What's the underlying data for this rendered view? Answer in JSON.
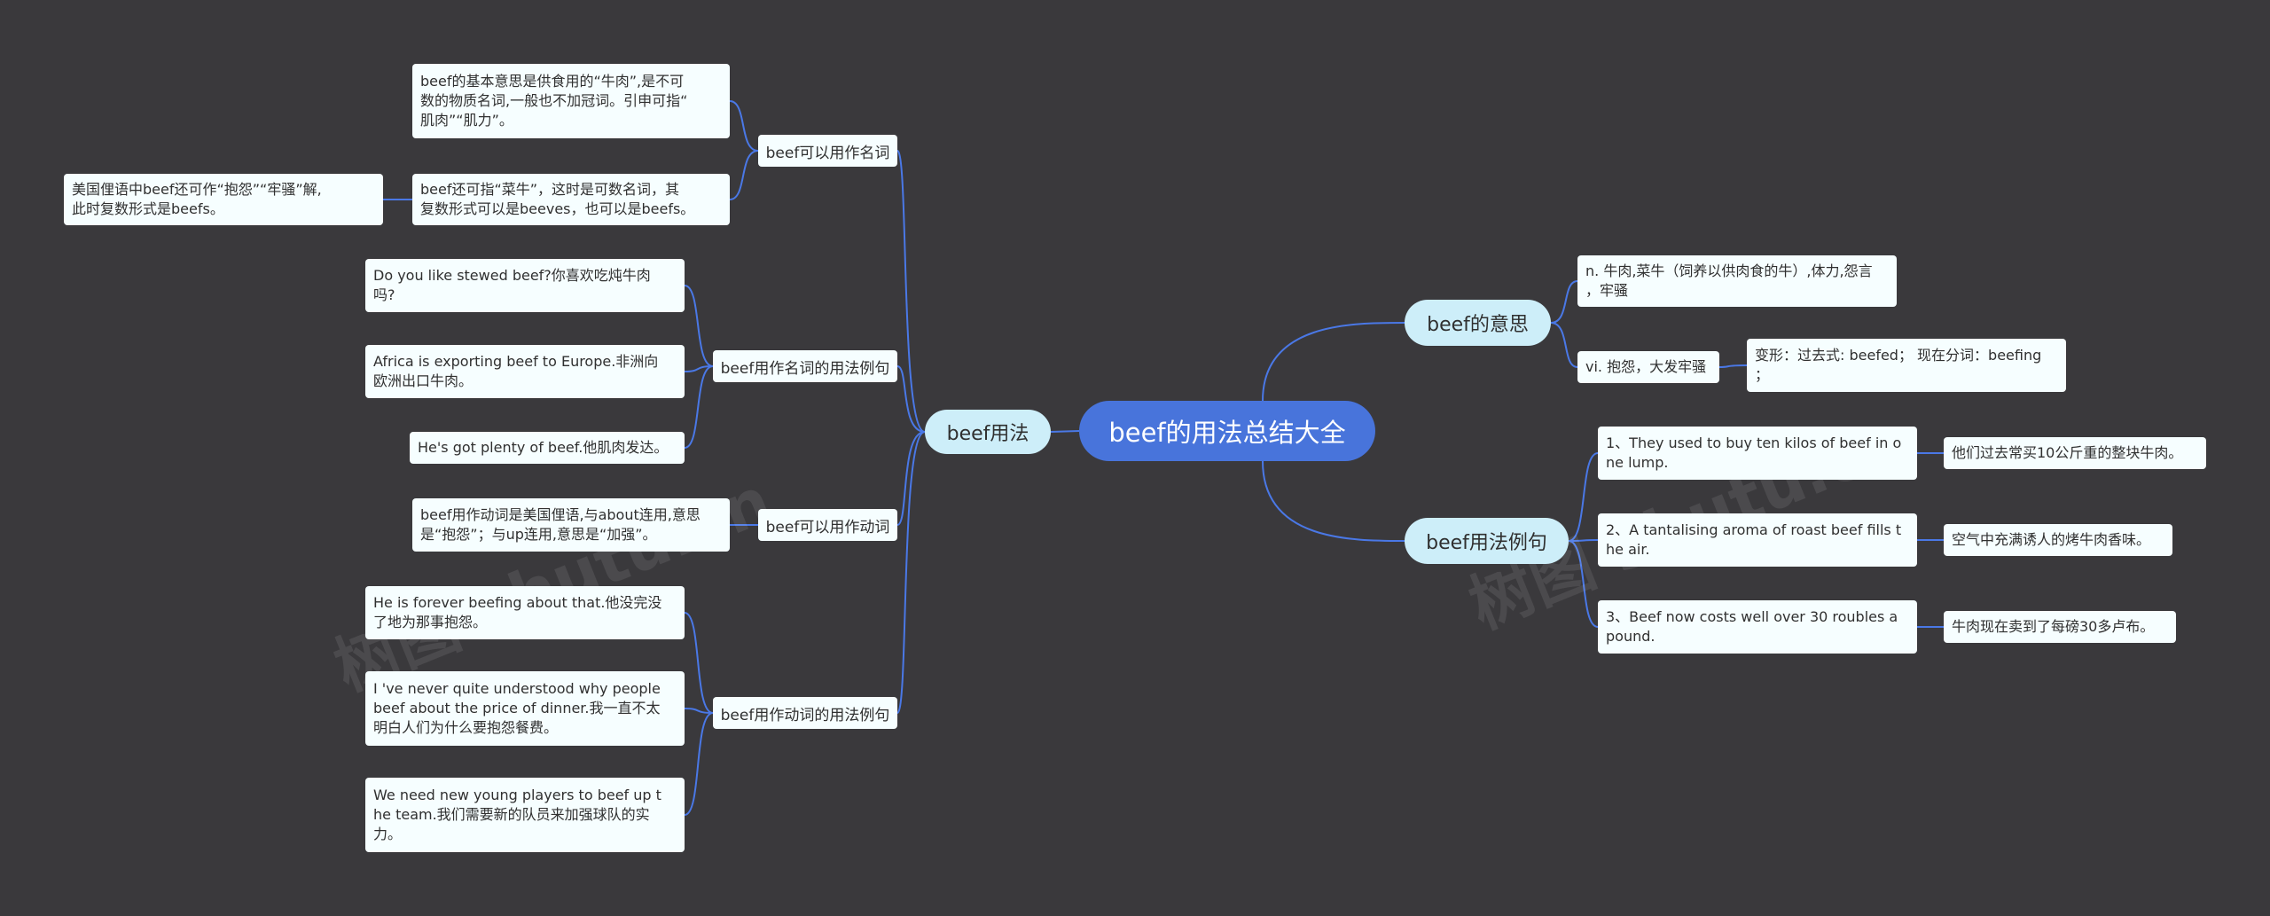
{
  "root": {
    "label": "beef的用法总结大全"
  },
  "branches": {
    "meaning": {
      "label": "beef的意思"
    },
    "usage": {
      "label": "beef用法"
    },
    "examples": {
      "label": "beef用法例句"
    }
  },
  "meaning": {
    "n": "n. 牛肉,菜牛（饲养以供肉食的牛）,体力,怨言\n，牢骚",
    "vi": "vi. 抱怨，大发牢骚",
    "inflection": "变形：过去式: beefed； 现在分词：beefing\n；"
  },
  "usage": {
    "noun": {
      "label": "beef可以用作名词",
      "items": [
        "beef的基本意思是供食用的“牛肉”,是不可\n数的物质名词,一般也不加冠词。引申可指“\n肌肉”“肌力”。",
        "beef还可指“菜牛”，这时是可数名词，其\n复数形式可以是beeves，也可以是beefs。"
      ],
      "subnote": "美国俚语中beef还可作“抱怨”“牢骚”解,\n此时复数形式是beefs。"
    },
    "noun_examples": {
      "label": "beef用作名词的用法例句",
      "items": [
        "Do you like stewed beef?你喜欢吃炖牛肉\n吗?",
        "Africa is exporting beef to Europe.非洲向\n欧洲出口牛肉。",
        "He's got plenty of beef.他肌肉发达。"
      ]
    },
    "verb": {
      "label": "beef可以用作动词",
      "items": [
        "beef用作动词是美国俚语,与about连用,意思\n是“抱怨”；与up连用,意思是“加强”。"
      ]
    },
    "verb_examples": {
      "label": "beef用作动词的用法例句",
      "items": [
        "He is forever beefing about that.他没完没\n了地为那事抱怨。",
        "I 've never quite understood why people\nbeef about the price of dinner.我一直不太\n明白人们为什么要抱怨餐费。",
        "We need new young players to beef up t\nhe team.我们需要新的队员来加强球队的实\n力。"
      ]
    }
  },
  "examples": {
    "items": [
      {
        "en": "1、They used to buy ten kilos of beef in o\nne lump.",
        "zh": "他们过去常买10公斤重的整块牛肉。"
      },
      {
        "en": "2、A tantalising aroma of roast beef fills t\nhe air.",
        "zh": "空气中充满诱人的烤牛肉香味。"
      },
      {
        "en": "3、Beef now costs well over 30 roubles a\npound.",
        "zh": "牛肉现在卖到了每磅30多卢布。"
      }
    ]
  },
  "colors": {
    "background": "#3a393c",
    "root": "#4874db",
    "branch": "#cdeef9",
    "leaf": "#f6feff",
    "link": "#4a78e6"
  }
}
